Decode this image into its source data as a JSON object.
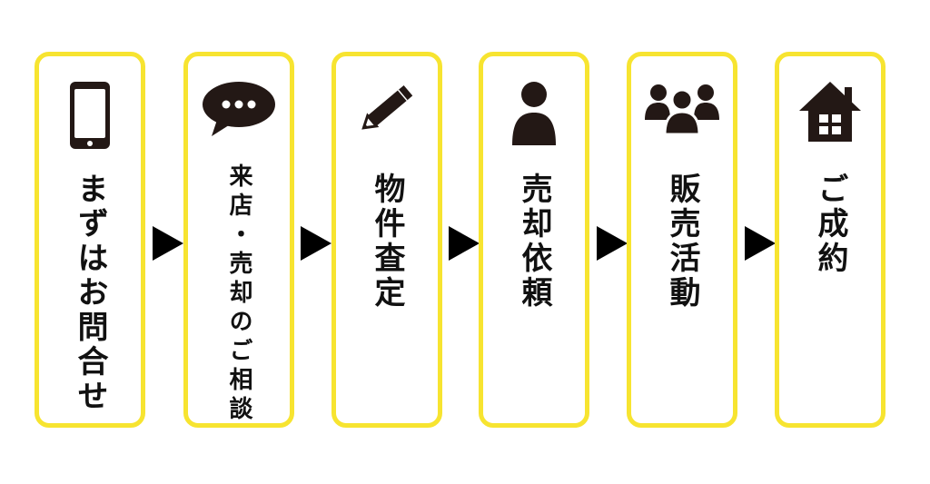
{
  "flow": {
    "steps": [
      {
        "label": "まずはお問合せ",
        "icon": "smartphone-icon"
      },
      {
        "label": "来店・売却のご相談",
        "icon": "chat-bubble-icon"
      },
      {
        "label": "物件査定",
        "icon": "pencil-icon"
      },
      {
        "label": "売却依頼",
        "icon": "person-icon"
      },
      {
        "label": "販売活動",
        "icon": "group-icon"
      },
      {
        "label": "ご成約",
        "icon": "house-icon"
      }
    ]
  },
  "colors": {
    "border": "#f7e430",
    "ink": "#231815"
  }
}
